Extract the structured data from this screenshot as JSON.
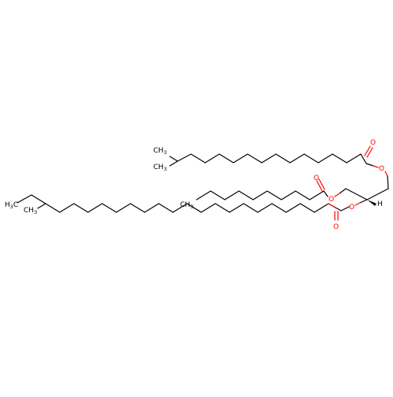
{
  "colors": {
    "background": "#ffffff",
    "carbon_bond": "#000000",
    "oxygen": "#ff0000"
  },
  "atoms": {
    "o": "O",
    "h": "H",
    "ch3": {
      "main": "CH",
      "sub": "3"
    },
    "h3c": {
      "main": "H",
      "sub": "3",
      "tail": "C"
    }
  }
}
